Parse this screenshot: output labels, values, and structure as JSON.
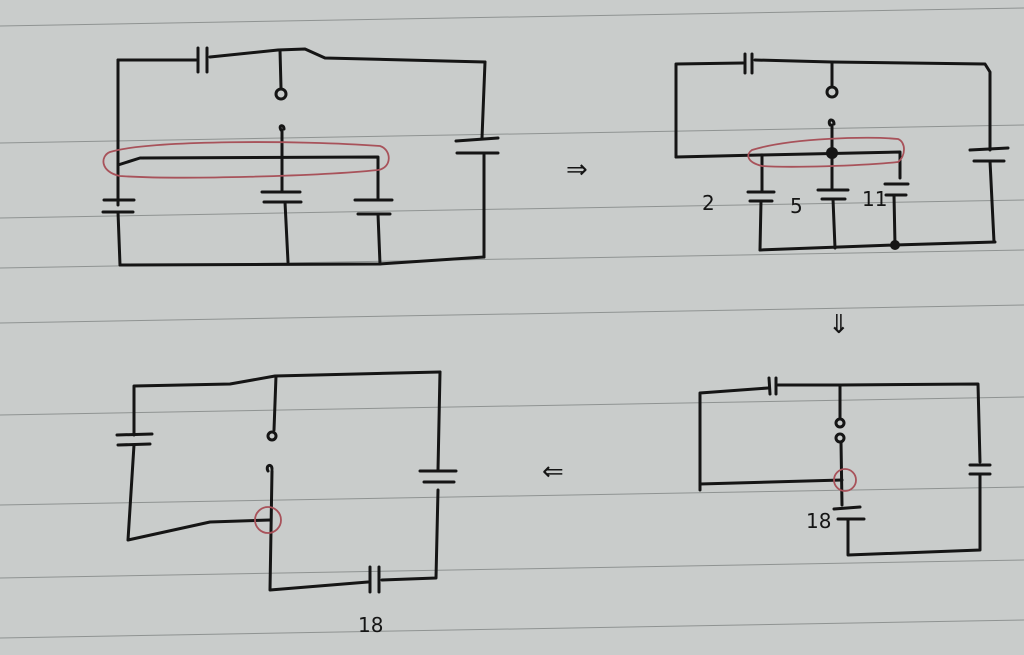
{
  "document": {
    "type": "handwritten circuit simplification notes",
    "paper": "ruled notebook",
    "ink_color": "#151515",
    "highlight_color": "#a8525a",
    "background_color": "#c9cccb"
  },
  "diagrams": [
    {
      "id": "step-1",
      "description": "Original network: top series capacitor, open switch in middle branch, three lower capacitors in parallel, right capacitor; red loop around common top node",
      "labels": []
    },
    {
      "id": "step-2",
      "description": "Redrawn: three parallel capacitors sharing highlighted node",
      "labels": [
        "2",
        "5",
        "11"
      ]
    },
    {
      "id": "step-3",
      "description": "Parallel capacitors combined into single capacitor",
      "labels": [
        "18"
      ]
    },
    {
      "id": "step-4",
      "description": "Rearranged circuit with 18 capacitor at bottom branch",
      "labels": [
        "18"
      ]
    }
  ],
  "arrows": {
    "step1_to_step2": "⇒",
    "step2_to_step3": "⇓",
    "step3_to_step4": "⇐"
  },
  "labels": {
    "c2": "2",
    "c5": "5",
    "c11": "11",
    "c18_step3": "18",
    "c18_step4": "18"
  }
}
